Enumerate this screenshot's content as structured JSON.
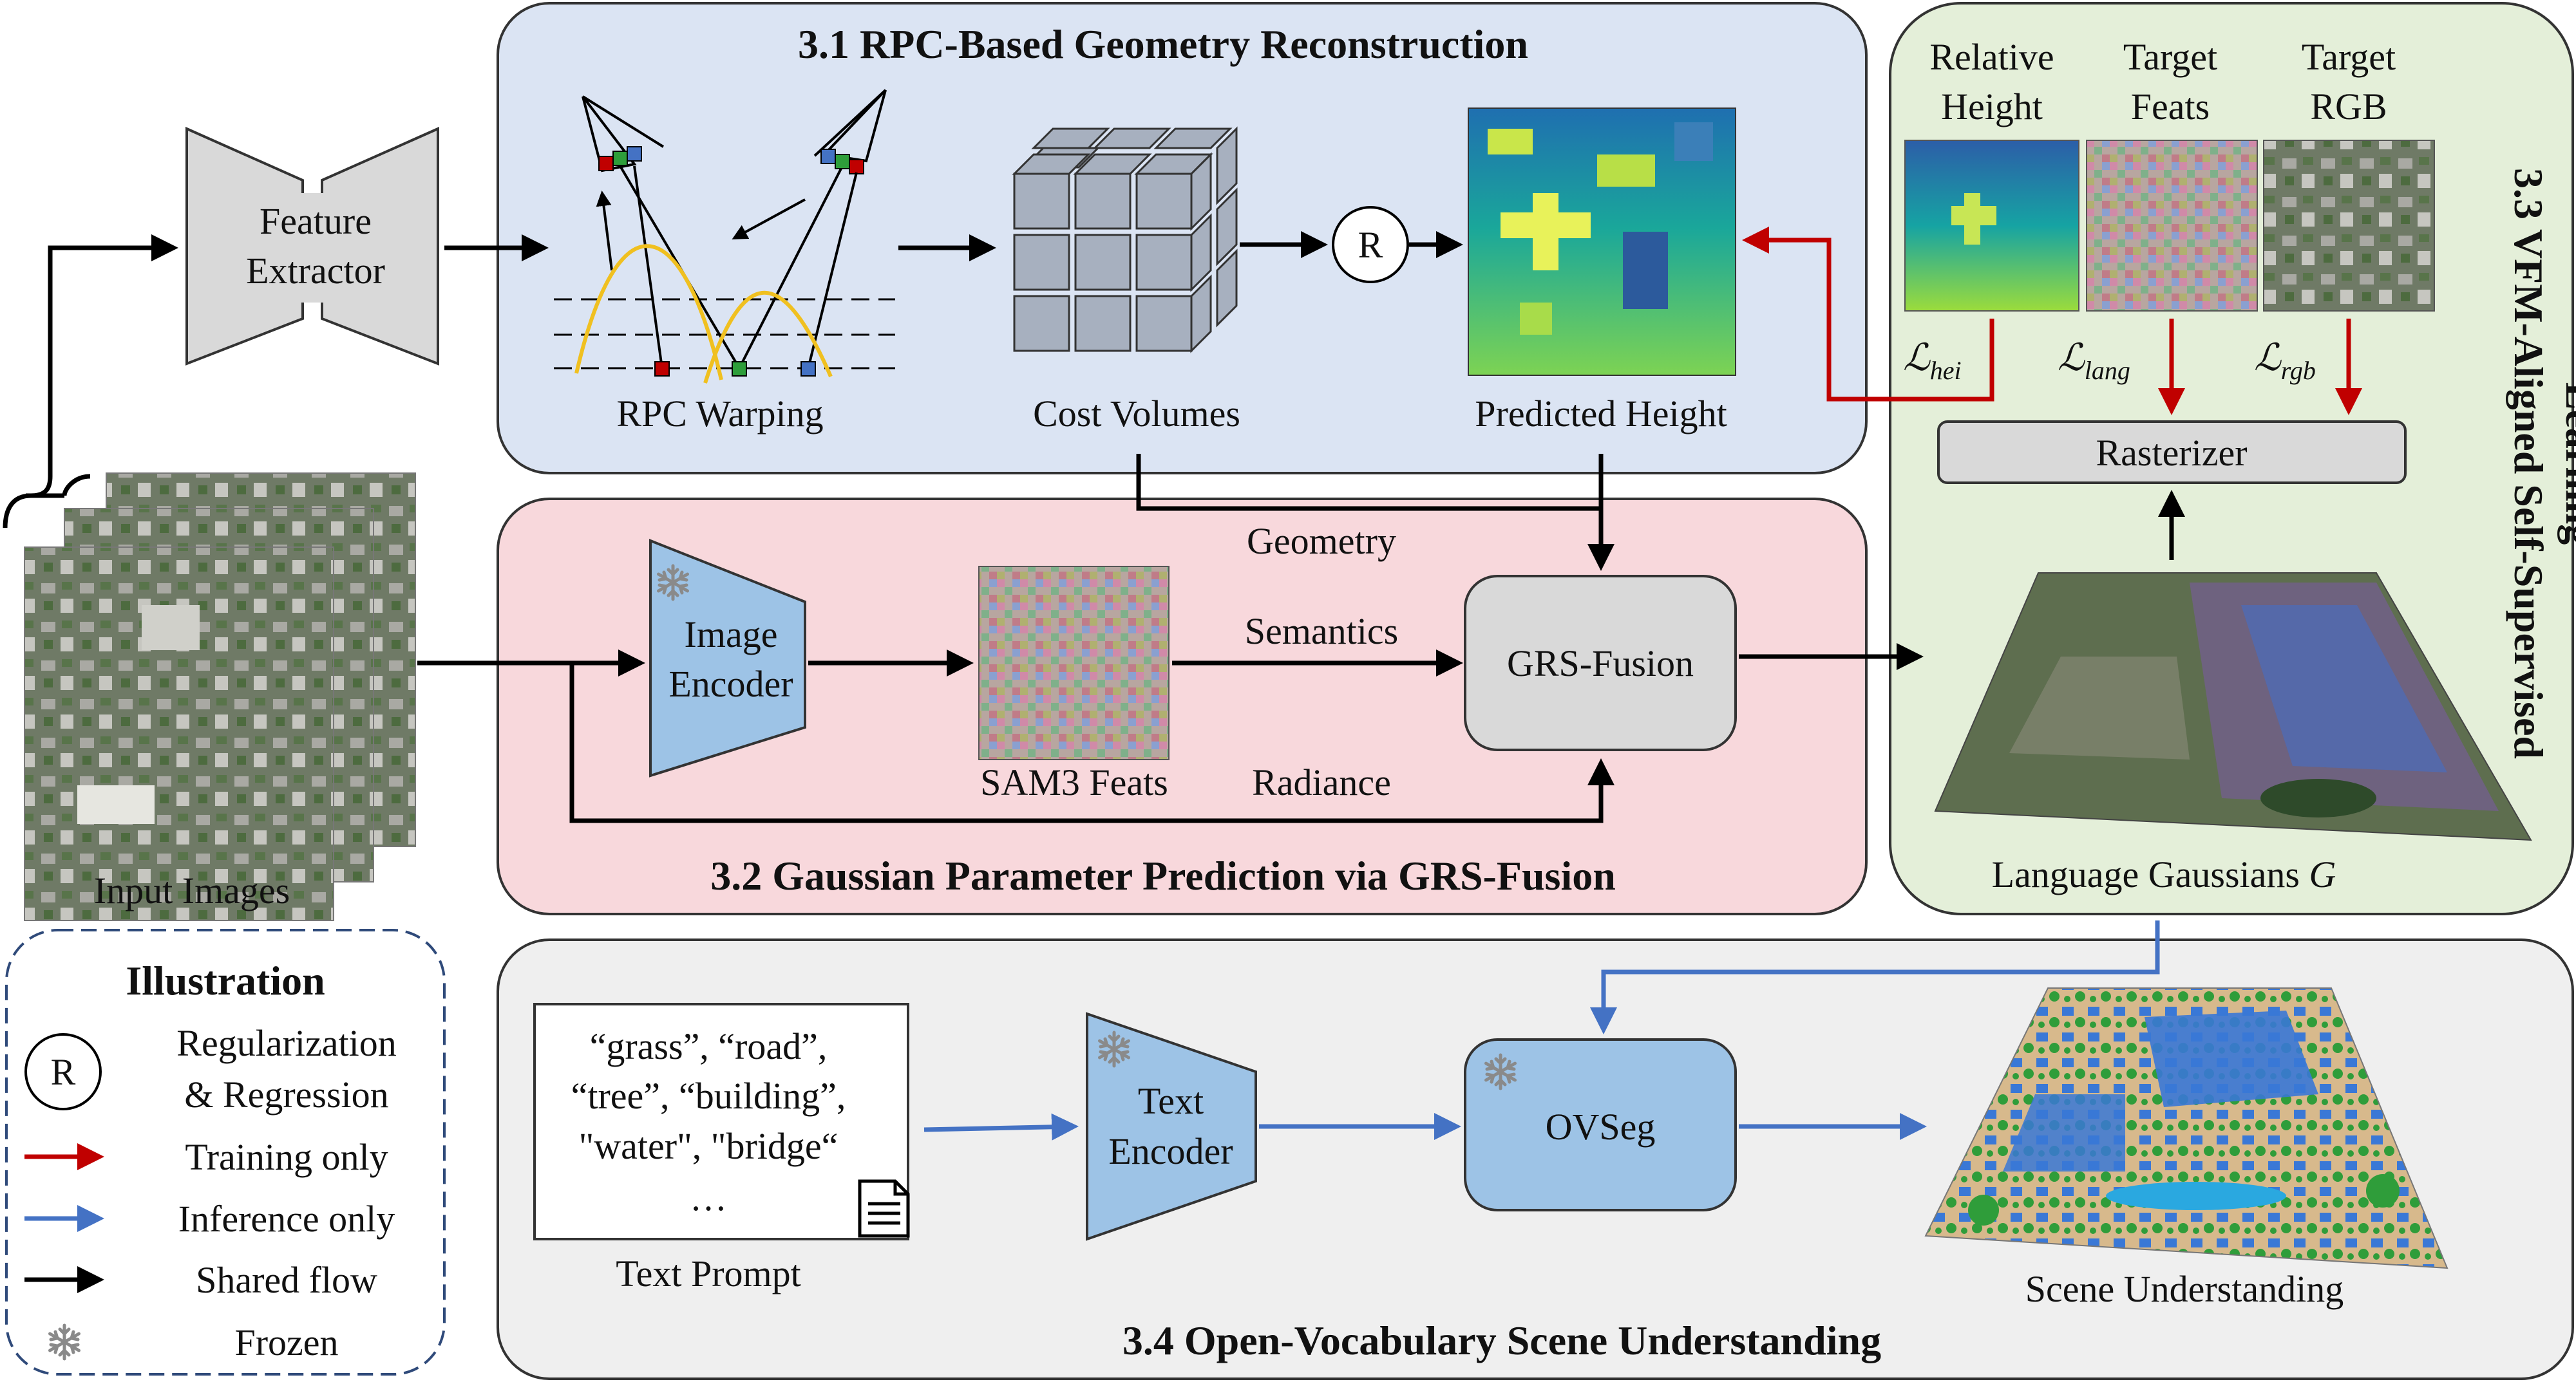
{
  "sections": {
    "s31": "3.1 RPC-Based Geometry Reconstruction",
    "s32": "3.2 Gaussian Parameter Prediction via GRS-Fusion",
    "s33_line1": "3.3 VFM-Aligned Self-Supervised",
    "s33_line2": "Learning",
    "s34": "3.4 Open-Vocabulary Scene Understanding"
  },
  "feature_extractor": {
    "line1": "Feature",
    "line2": "Extractor"
  },
  "input_images": "Input Images",
  "rpc_warping": "RPC Warping",
  "cost_volumes": "Cost Volumes",
  "reg_symbol": "R",
  "predicted_height": "Predicted Height",
  "geometry": "Geometry",
  "semantics": "Semantics",
  "radiance": "Radiance",
  "image_encoder": {
    "line1": "Image",
    "line2": "Encoder"
  },
  "sam3_feats": "SAM3 Feats",
  "grs_fusion": "GRS-Fusion",
  "targets": {
    "relative_height": [
      "Relative",
      "Height"
    ],
    "target_feats": [
      "Target",
      "Feats"
    ],
    "target_rgb": [
      "Target",
      "RGB"
    ]
  },
  "losses": {
    "hei": {
      "sym": "ℒ",
      "sub": "hei"
    },
    "lang": {
      "sym": "ℒ",
      "sub": "lang"
    },
    "rgb": {
      "sym": "ℒ",
      "sub": "rgb"
    }
  },
  "rasterizer": "Rasterizer",
  "language_gaussians": "Language Gaussians ",
  "language_gaussians_sym": "G",
  "text_prompt": {
    "line1": "“grass”, “road”,",
    "line2": "“tree”, “building”,",
    "line3": "\"water\", \"bridge“",
    "ellipsis": "…",
    "caption": "Text Prompt"
  },
  "text_encoder": {
    "line1": "Text",
    "line2": "Encoder"
  },
  "ovseg": "OVSeg",
  "scene_understanding": "Scene Understanding",
  "legend": {
    "title": "Illustration",
    "reg_line1": "Regularization",
    "reg_line2": "& Regression",
    "training": "Training only",
    "inference": "Inference only",
    "shared": "Shared flow",
    "frozen": "Frozen"
  },
  "colors": {
    "s31_bg": "#dbe4f3",
    "s32_bg": "#f8d8dc",
    "s33_bg": "#e4efd9",
    "s34_bg": "#efefef",
    "module_blue": "#9dc3e6",
    "module_gray": "#d9d9d9",
    "training_arrow": "#c00000",
    "inference_arrow": "#4472c4",
    "shared_arrow": "#000000",
    "curve": "#f0c020"
  },
  "icons": [
    "snowflake-icon",
    "document-icon"
  ]
}
